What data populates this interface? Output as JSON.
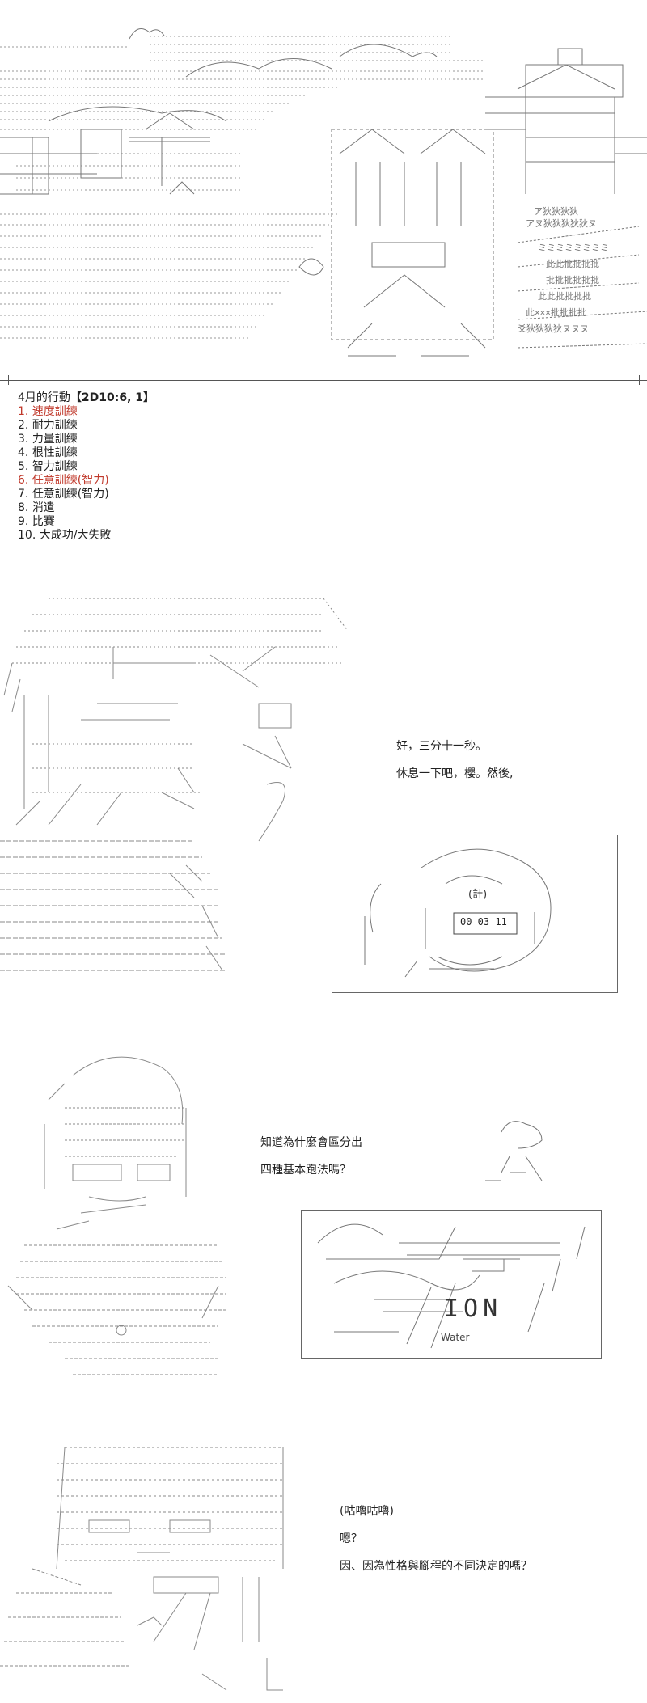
{
  "menu": {
    "header_prefix": "4月的行動",
    "header_roll": "【2D10:6, 1】",
    "items": [
      {
        "num": "1.",
        "label": "速度訓練",
        "highlight": true
      },
      {
        "num": "2.",
        "label": "耐力訓練",
        "highlight": false
      },
      {
        "num": "3.",
        "label": "力量訓練",
        "highlight": false
      },
      {
        "num": "4.",
        "label": "根性訓練",
        "highlight": false
      },
      {
        "num": "5.",
        "label": "智力訓練",
        "highlight": false
      },
      {
        "num": "6.",
        "label": "任意訓練(智力)",
        "highlight": true
      },
      {
        "num": "7.",
        "label": "任意訓練(智力)",
        "highlight": false
      },
      {
        "num": "8.",
        "label": "消遣",
        "highlight": false
      },
      {
        "num": "9.",
        "label": "比賽",
        "highlight": false
      },
      {
        "num": "10.",
        "label": "大成功/大失敗",
        "highlight": false
      }
    ]
  },
  "scene2": {
    "line1": "好，三分十一秒。",
    "line2": "休息一下吧，櫻。然後,",
    "stopwatch_label": "(計)",
    "stopwatch_time": "00 03 11"
  },
  "scene3": {
    "line1": "知道為什麼會區分出",
    "line2": "四種基本跑法嗎？",
    "board_title": "ION",
    "board_subtitle": "Water"
  },
  "scene4": {
    "line1": "(咕嚕咕嚕)",
    "line2": "嗯？",
    "line3": "因、因為性格與腳程的不同決定的嗎？"
  },
  "colors": {
    "ink": "#222222",
    "art": "#8a8a8a",
    "highlight": "#c0392b"
  }
}
